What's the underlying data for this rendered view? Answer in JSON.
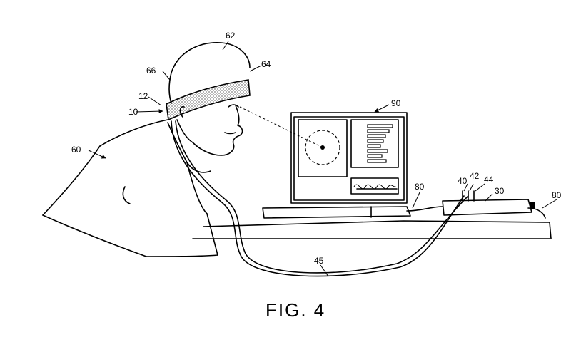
{
  "figure": {
    "caption": "FIG. 4",
    "labels": {
      "l62": "62",
      "l64": "64",
      "l66": "66",
      "l12": "12",
      "l10": "10",
      "l60": "60",
      "l90": "90",
      "l80a": "80",
      "l80b": "80",
      "l40": "40",
      "l42": "42",
      "l44": "44",
      "l30": "30",
      "l45": "45"
    }
  }
}
